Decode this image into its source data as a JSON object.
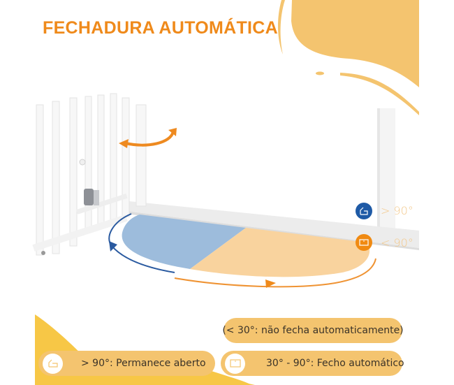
{
  "title": "FECHADURA AUTOMÁTICA",
  "colors": {
    "accent_orange": "#ef8a1b",
    "blob_yellow": "#f4c46f",
    "zone_blue": "#9dbcdc",
    "zone_orange": "#f9d39e",
    "badge_blue": "#1e5aa6",
    "badge_orange": "#f08a12",
    "label_muted": "#f3c98c"
  },
  "angle_legend": [
    {
      "icon": "open-gate-icon",
      "label": "> 90°",
      "color": "#1e5aa6"
    },
    {
      "icon": "closed-gate-icon",
      "label": "< 90°",
      "color": "#f08a12"
    }
  ],
  "pills": {
    "note": "(< 30°: não fecha automaticamente)",
    "stays_open": "> 90°: Permanece aberto",
    "auto_close": "30° - 90°: Fecho automático"
  }
}
